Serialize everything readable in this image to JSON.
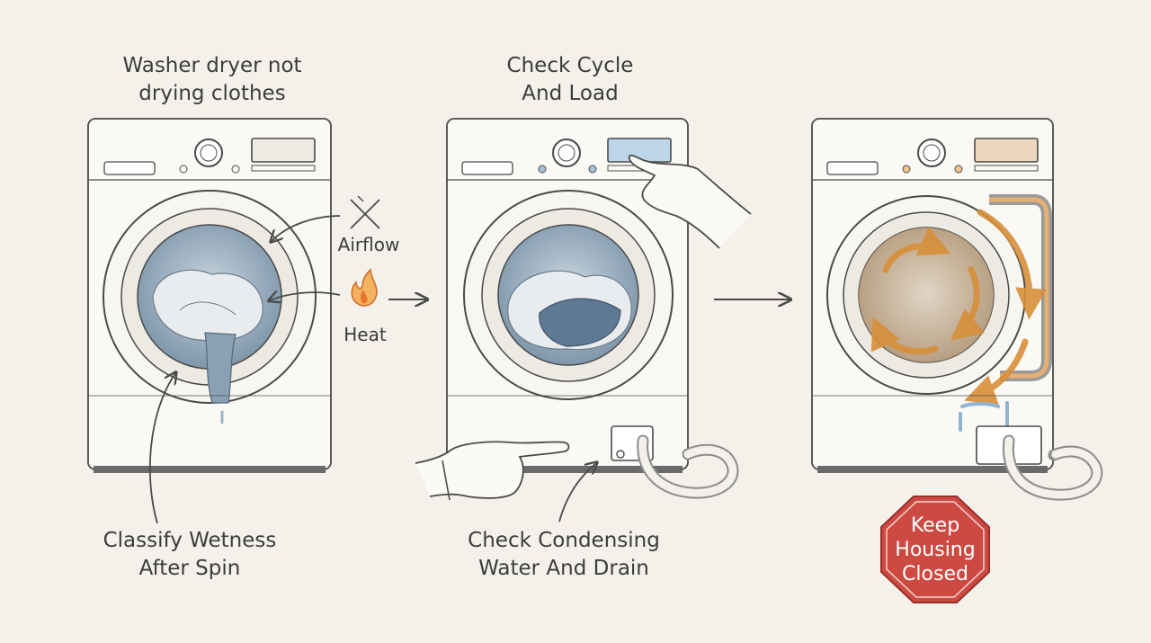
{
  "colors": {
    "background": "#f3f1ea",
    "line": "#4a4a4a",
    "water": "#9db4c6",
    "wet_clothes": "#8aa1b5",
    "warm_airflow": "#e3a860",
    "stop_sign": "#d24e45"
  },
  "panel1": {
    "title_line1": "Washer dryer not",
    "title_line2": "drying clothes",
    "airflow_label": "Airflow",
    "heat_label": "Heat",
    "caption_line1": "Classify Wetness",
    "caption_line2": "After Spin"
  },
  "panel2": {
    "title_line1": "Check Cycle",
    "title_line2": "And Load",
    "caption_line1": "Check Condensing",
    "caption_line2": "Water And Drain"
  },
  "panel3": {
    "sign_line1": "Keep",
    "sign_line2": "Housing",
    "sign_line3": "Closed"
  },
  "icons": [
    "blocked-airflow-icon",
    "flame-icon",
    "pointing-hand-icon",
    "stop-sign-icon"
  ]
}
